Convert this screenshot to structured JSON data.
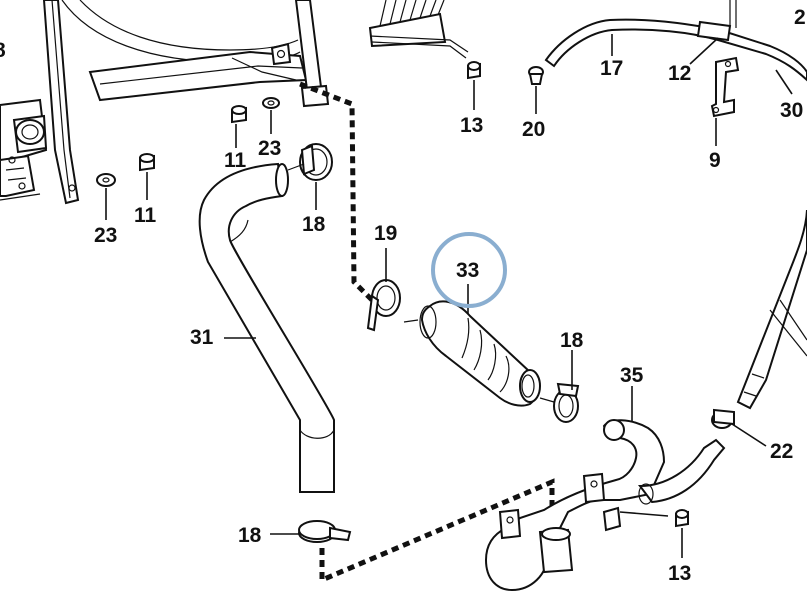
{
  "highlight_color": "#8aaed0",
  "line_color": "#111111",
  "labels": {
    "l8": "8",
    "l11a": "11",
    "l23a": "23",
    "l23b": "23",
    "l11b": "11",
    "l18a": "18",
    "l19": "19",
    "l33": "33",
    "l31": "31",
    "l18b": "18",
    "l35": "35",
    "l18c": "18",
    "l13a": "13",
    "l20": "20",
    "l17": "17",
    "l12": "12",
    "l9": "9",
    "l30": "30",
    "l22": "22",
    "l13b": "13",
    "l2x": "2"
  }
}
